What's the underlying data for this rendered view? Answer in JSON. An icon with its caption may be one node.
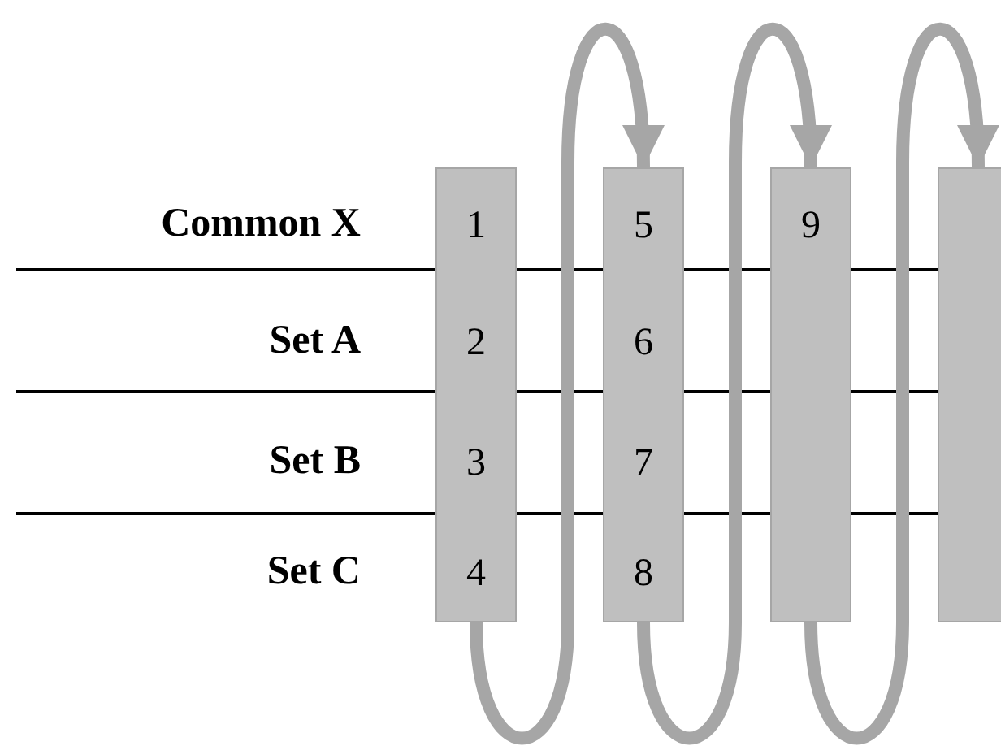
{
  "diagram": {
    "nodes": [
      {
        "text": [
          "1",
          "2",
          "3",
          "4"
        ]
      },
      {
        "text": [
          "5",
          "6",
          "7",
          "8"
        ]
      },
      {
        "text": [
          "9"
        ]
      },
      {
        "text": [],
        "shape": "bar"
      }
    ],
    "edges": [
      {
        "from": 0,
        "to": 1,
        "arrow": "to"
      },
      {
        "from": 1,
        "to": 2,
        "arrow": "to"
      },
      {
        "from": 2,
        "to": 3,
        "arrow": "to"
      }
    ],
    "labels": [
      "Common X",
      "Set A",
      "Set B",
      "Set C"
    ]
  }
}
